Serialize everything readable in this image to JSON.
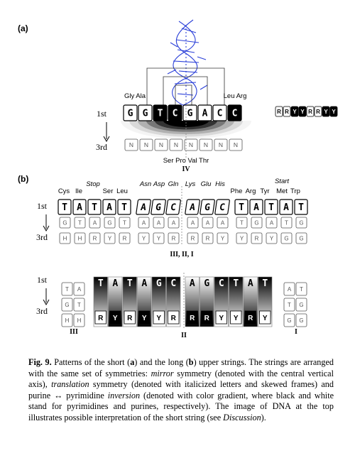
{
  "figure": {
    "panel_a_label": "(a)",
    "panel_b_label": "(b)",
    "row1_label": "1st",
    "row3_label": "3rd",
    "a": {
      "top_letters": [
        "G",
        "G",
        "T",
        "C",
        "G",
        "A",
        "C",
        "C"
      ],
      "bottom_letters": [
        "N",
        "N",
        "N",
        "N",
        "N",
        "N",
        "N",
        "N"
      ],
      "left_aa": "Gly Ala",
      "right_aa": "Leu Arg",
      "bottom_aa": "Ser Pro  Val Thr",
      "roman": "IV",
      "side_string": [
        "R",
        "R",
        "Y",
        "Y",
        "R",
        "R",
        "Y",
        "Y"
      ]
    },
    "b": {
      "aa_labels": [
        {
          "text": "Cys",
          "italic": false
        },
        {
          "text": "Ile",
          "italic": false
        },
        {
          "text": "Stop",
          "italic": true
        },
        {
          "text": "Ser",
          "italic": false
        },
        {
          "text": "Leu",
          "italic": false
        },
        {
          "text": "Asn",
          "italic": true
        },
        {
          "text": "Asp",
          "italic": true
        },
        {
          "text": "Gln",
          "italic": true
        },
        {
          "text": "Lys",
          "italic": true
        },
        {
          "text": "Glu",
          "italic": true
        },
        {
          "text": "His",
          "italic": true
        },
        {
          "text": "Phe",
          "italic": false
        },
        {
          "text": "Arg",
          "italic": false
        },
        {
          "text": "Tyr",
          "italic": false
        },
        {
          "text": "Start",
          "italic": true
        },
        {
          "text": "Met",
          "italic": false
        },
        {
          "text": "Trp",
          "italic": false
        }
      ],
      "row1": [
        "T",
        "A",
        "T",
        "A",
        "T",
        "A",
        "G",
        "C",
        "A",
        "G",
        "C",
        "T",
        "A",
        "T",
        "A",
        "T"
      ],
      "row2": [
        "G",
        "T",
        "A",
        "G",
        "T",
        "A",
        "A",
        "A",
        "A",
        "A",
        "A",
        "T",
        "G",
        "A",
        "T",
        "G"
      ],
      "row3": [
        "H",
        "H",
        "R",
        "Y",
        "R",
        "Y",
        "Y",
        "R",
        "R",
        "R",
        "Y",
        "Y",
        "R",
        "Y",
        "G",
        "G"
      ],
      "roman_upper": "III, II, I",
      "lower_left_col": [
        "T",
        "A",
        "G",
        "T",
        "H",
        "H"
      ],
      "lower_top": [
        "T",
        "A",
        "T",
        "A",
        "G",
        "C",
        "A",
        "G",
        "C",
        "T",
        "A",
        "T"
      ],
      "lower_bottom": [
        "R",
        "Y",
        "R",
        "Y",
        "Y",
        "R",
        "R",
        "R",
        "Y",
        "Y",
        "R",
        "Y"
      ],
      "lower_right_col": [
        "A",
        "T",
        "T",
        "G",
        "G",
        "G"
      ],
      "roman_left": "III",
      "roman_mid": "II",
      "roman_right": "I"
    }
  },
  "caption": {
    "lead": "Fig. 9.",
    "text": " Patterns of the short (a) and the long (b) upper strings. The strings are arranged with the same set of symmetries: mirror symmetry (denoted with the central vertical axis), translation symmetry (denoted with italicized letters and skewed frames) and purine ↔ pyrimidine inversion (denoted with color gradient, where black and white stand for pyrimidines and purines, respectively). The image of DNA at the top illustrates possible interpretation of the short string (see Discussion)."
  }
}
